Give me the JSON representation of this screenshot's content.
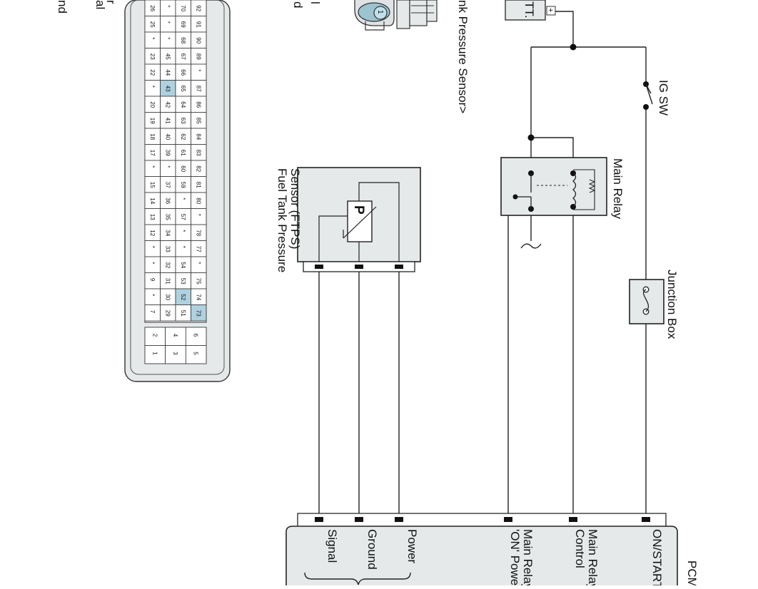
{
  "labels": {
    "ftps_line1": "Fuel Tank Pressure",
    "ftps_line2": "Sensor (FTPS)",
    "p_symbol": "P",
    "main_relay": "Main Relay",
    "ig_sw": "IG SW",
    "junction_box": "Junction Box",
    "batt": "TT.",
    "batt_plus": "+",
    "pcm": "PCM",
    "sensor_view": "nk Pressure Sensor>",
    "connector_pin": "1",
    "left_frag_1": "r",
    "left_frag_2": "al",
    "left_frag_3": "nd",
    "mid_frag_1": "l",
    "mid_frag_2": "d"
  },
  "pcm_terminals": [
    {
      "id": "signal",
      "line1": "Signal",
      "line2": ""
    },
    {
      "id": "ground",
      "line1": "Ground",
      "line2": ""
    },
    {
      "id": "power",
      "line1": "Power",
      "line2": ""
    },
    {
      "id": "main-relay-on-power",
      "line1": "Main Relay",
      "line2": "'ON' Power"
    },
    {
      "id": "main-relay-control",
      "line1": "Main Relay",
      "line2": "Control"
    },
    {
      "id": "on-start",
      "line1": "ON/START",
      "line2": ""
    }
  ],
  "pinout": {
    "main_columns": [
      [
        "26",
        "25",
        "*",
        "23",
        "22",
        "*",
        "20",
        "19",
        "18",
        "17",
        "*",
        "15",
        "14",
        "13",
        "12",
        "*",
        "*",
        "9",
        "*",
        "7"
      ],
      [
        "*",
        "*",
        "*",
        "45",
        "44",
        "43",
        "42",
        "41",
        "40",
        "39",
        "*",
        "37",
        "36",
        "35",
        "34",
        "33",
        "32",
        "31",
        "30",
        "29"
      ],
      [
        "70",
        "69",
        "68",
        "67",
        "66",
        "65",
        "64",
        "63",
        "62",
        "61",
        "60",
        "59",
        "*",
        "57",
        "*",
        "*",
        "54",
        "53",
        "52",
        "51"
      ],
      [
        "92",
        "91",
        "90",
        "89",
        "*",
        "87",
        "86",
        "85",
        "84",
        "83",
        "82",
        "81",
        "80",
        "*",
        "78",
        "77",
        "*",
        "75",
        "74",
        "73"
      ]
    ],
    "aux_columns": [
      [
        "2",
        "1"
      ],
      [
        "4",
        "3"
      ],
      [
        "6",
        "5"
      ]
    ],
    "highlighted_pins": [
      "43",
      "52",
      "73"
    ],
    "highlight_color": "#aed2df"
  }
}
